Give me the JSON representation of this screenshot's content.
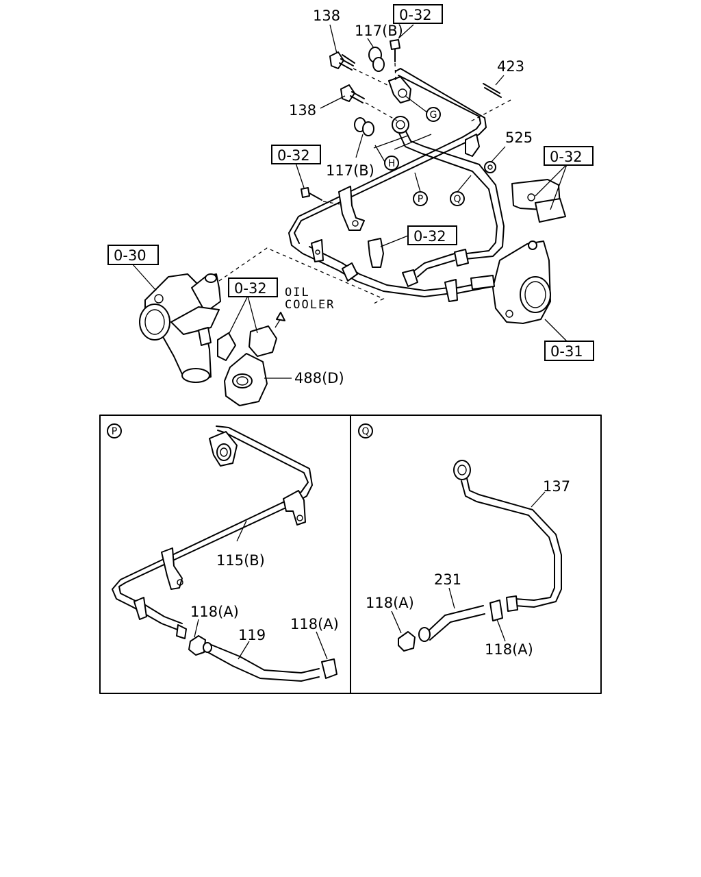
{
  "labels": {
    "p138_top": "138",
    "p117b_top": "117(B)",
    "ref032_top": "0-32",
    "p423": "423",
    "p138_mid": "138",
    "p525": "525",
    "ref032_left": "0-32",
    "p117b_mid": "117(B)",
    "ref032_right": "0-32",
    "ref032_center": "0-32",
    "ref030": "0-30",
    "ref032_oil": "0-32",
    "oil_cooler_line1": "OIL",
    "oil_cooler_line2": "COOLER",
    "ref031": "0-31",
    "p488d": "488(D)",
    "circ_g": "G",
    "circ_h": "H",
    "circ_p": "P",
    "circ_q": "Q"
  },
  "detail_p": {
    "tag": "P",
    "p115b": "115(B)",
    "p118a_left": "118(A)",
    "p118a_right": "118(A)",
    "p119": "119"
  },
  "detail_q": {
    "tag": "Q",
    "p137": "137",
    "p231": "231",
    "p118a_left": "118(A)",
    "p118a_bottom": "118(A)"
  }
}
